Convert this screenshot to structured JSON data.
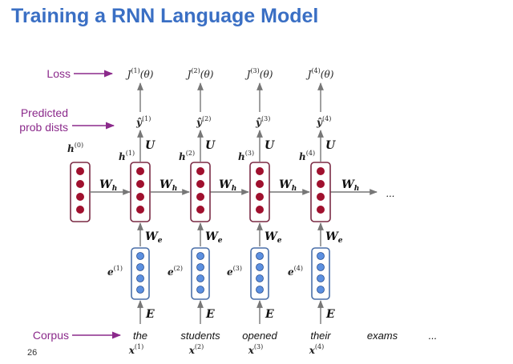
{
  "slide": {
    "title": "Training a RNN Language Model",
    "page_number": "26"
  },
  "left_labels": {
    "loss": "Loss",
    "pred_line1": "Predicted",
    "pred_line2": "prob dists",
    "corpus": "Corpus"
  },
  "steps": [
    {
      "loss": "J",
      "sup": "(1)",
      "arg": "(θ)",
      "y": "ŷ",
      "y_sup": "(1)",
      "h_sup": "(1)",
      "e_sup": "(1)",
      "word": "the",
      "x": "x",
      "x_sup": "(1)"
    },
    {
      "loss": "J",
      "sup": "(2)",
      "arg": "(θ)",
      "y": "ŷ",
      "y_sup": "(2)",
      "h_sup": "(2)",
      "e_sup": "(2)",
      "word": "students",
      "x": "x",
      "x_sup": "(2)"
    },
    {
      "loss": "J",
      "sup": "(3)",
      "arg": "(θ)",
      "y": "ŷ",
      "y_sup": "(3)",
      "h_sup": "(3)",
      "e_sup": "(3)",
      "word": "opened",
      "x": "x",
      "x_sup": "(3)"
    },
    {
      "loss": "J",
      "sup": "(4)",
      "arg": "(θ)",
      "y": "ŷ",
      "y_sup": "(4)",
      "h_sup": "(4)",
      "e_sup": "(4)",
      "word": "their",
      "x": "x",
      "x_sup": "(4)"
    }
  ],
  "h0": {
    "base": "h",
    "sup": "(0)"
  },
  "h_base": "h",
  "e_base": "e",
  "weights": {
    "recurrent": "W",
    "recurrent_sub": "h",
    "embed": "W",
    "embed_sub": "e",
    "output": "U",
    "input": "E"
  },
  "extra_word": "exams",
  "ellipsis": "...",
  "colors": {
    "title": "#3a6fc4",
    "label": "#8b2a8b",
    "hidden_fill": "#a0102e",
    "embed_fill": "#5b8fe0",
    "box_stroke": "#7a2a44",
    "embed_stroke": "#4a6fa8"
  }
}
